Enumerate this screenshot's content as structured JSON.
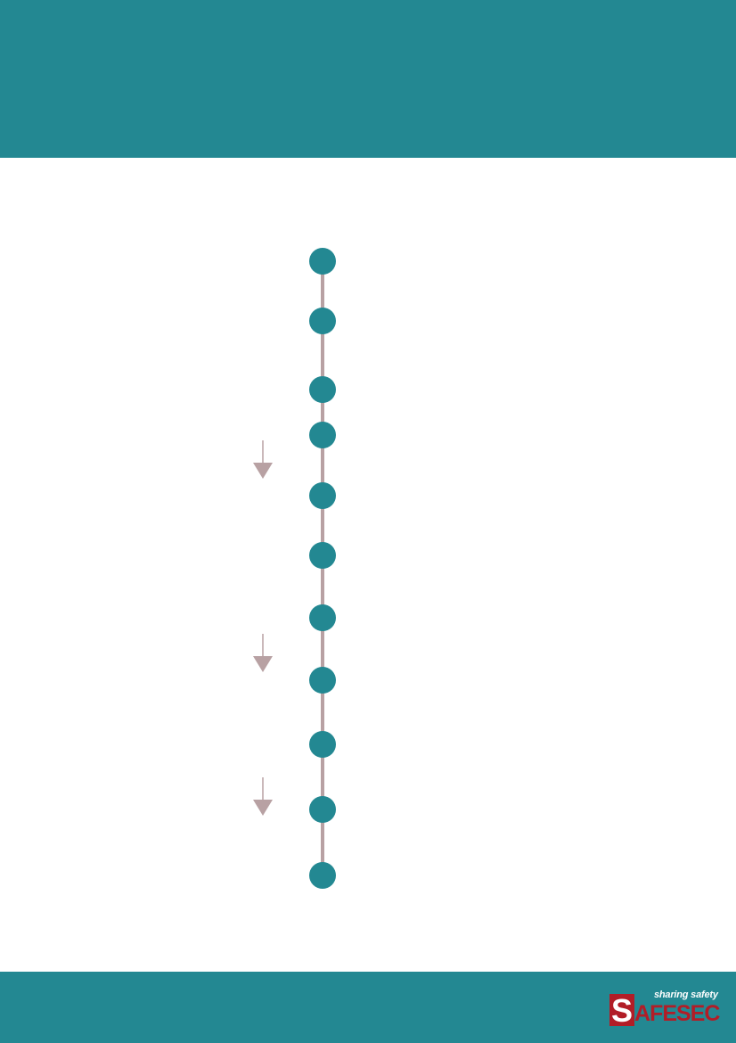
{
  "colors": {
    "band": "#238892",
    "node": "#238892",
    "line": "#b8a1a3",
    "arrow": "#b8a1a3",
    "logo_red": "#b21d27",
    "logo_white": "#ffffff"
  },
  "timeline": {
    "node_count": 11,
    "arrow_count": 3
  },
  "logo": {
    "tagline": "sharing safety",
    "initial": "S",
    "word": "AFESEC"
  }
}
